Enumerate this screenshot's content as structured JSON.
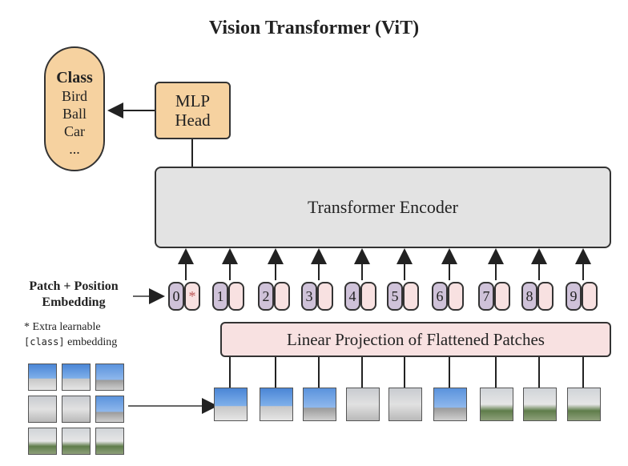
{
  "title": "Vision Transformer (ViT)",
  "class_box": {
    "header": "Class",
    "items": [
      "Bird",
      "Ball",
      "Car",
      "..."
    ]
  },
  "mlp_head": {
    "line1": "MLP",
    "line2": "Head"
  },
  "encoder": {
    "label": "Transformer Encoder"
  },
  "projection": {
    "label": "Linear Projection of Flattened Patches"
  },
  "patch_embedding": {
    "line1": "Patch + Position",
    "line2": "Embedding"
  },
  "extra_note": {
    "line1": "* Extra learnable",
    "code": "[class]",
    "line2_suffix": " embedding"
  },
  "tokens": [
    "0",
    "1",
    "2",
    "3",
    "4",
    "5",
    "6",
    "7",
    "8",
    "9"
  ],
  "class_token_mark": "*",
  "colors": {
    "orange": "#f6d2a0",
    "encoder_gray": "#e3e3e3",
    "pink": "#f8e1e1",
    "purple": "#cfc2d9"
  },
  "patch_images": [
    "sky",
    "sky",
    "twr",
    "bld",
    "bld",
    "twr",
    "grn",
    "grn",
    "grn"
  ]
}
